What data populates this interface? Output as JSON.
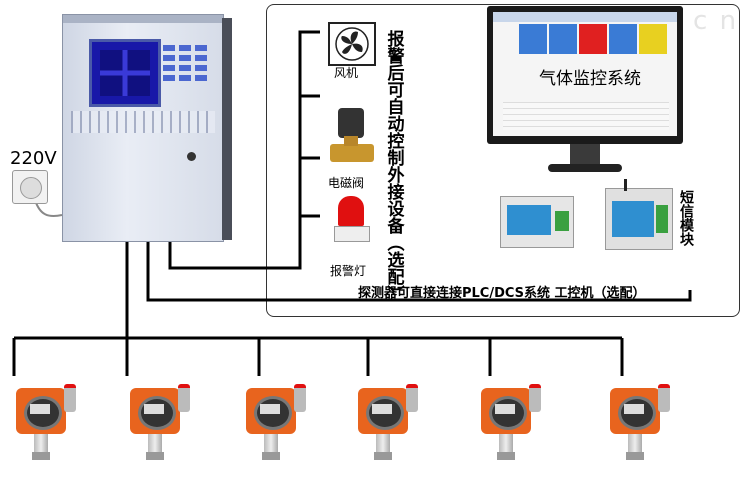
{
  "voltage_label": "220V",
  "devices": {
    "fan": "风机",
    "solenoid_valve": "电磁阀",
    "alarm_light": "报警灯"
  },
  "alarm_note": "报警后可自动控制外接设备（选配）",
  "monitor_title": "气体监控系统",
  "sms_module": "短信模块",
  "bottom_note": "探测器可直接连接PLC/DCS系统 工控机（选配）",
  "watermark": "b h . c n",
  "detectors_count": 6,
  "colors": {
    "panel": "#dfe4ee",
    "screen": "#1a1aa0",
    "line": "#000000",
    "detector_orange": "#e8641e",
    "beacon_red": "#e01010"
  }
}
